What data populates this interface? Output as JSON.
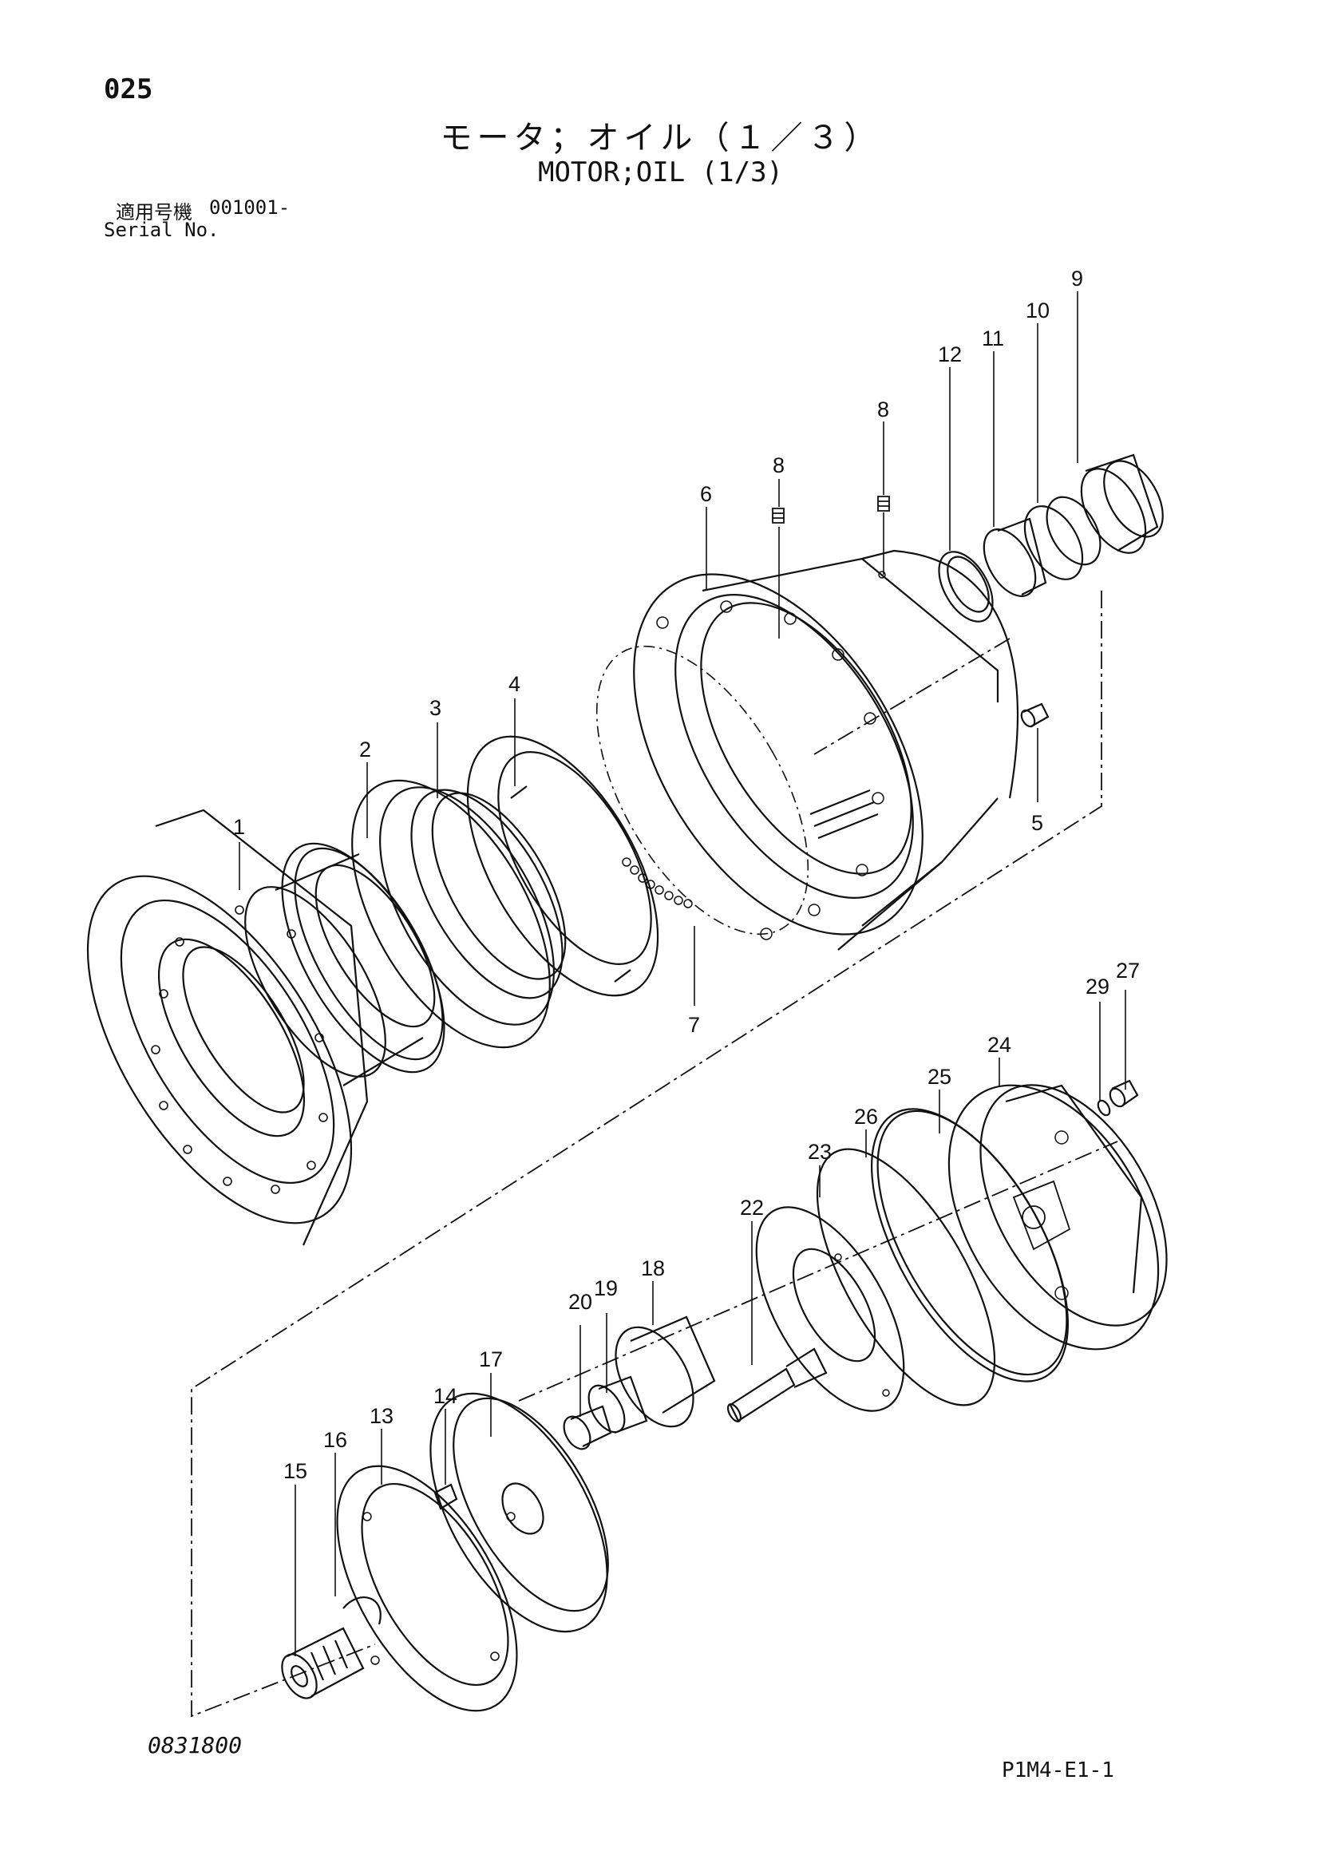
{
  "page_number": "025",
  "title_jp": "モータ；オイル（１／３）",
  "title_en": "MOTOR;OIL (1/3)",
  "serial": {
    "label_jp": "適用号機",
    "label_en": "Serial No.",
    "value": "001001-"
  },
  "footer": {
    "drawing_code": "0831800",
    "sheet_code": "P1M4-E1-1"
  },
  "callouts": [
    "1",
    "2",
    "3",
    "4",
    "5",
    "6",
    "7",
    "8",
    "8",
    "9",
    "10",
    "11",
    "12",
    "13",
    "14",
    "15",
    "16",
    "17",
    "18",
    "19",
    "20",
    "22",
    "23",
    "24",
    "25",
    "26",
    "27",
    "29"
  ]
}
